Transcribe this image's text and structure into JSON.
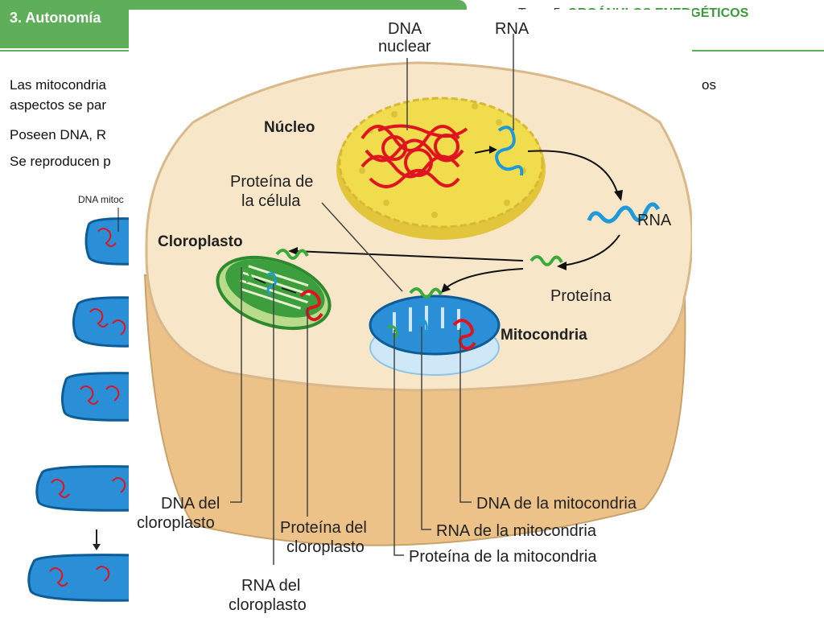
{
  "header": {
    "title": "3. Autonomía",
    "tema_prefix": "Tema 5.",
    "tema_title": "ORGÁNULOS ENERGÉTICOS"
  },
  "background_text": {
    "line1": "Las mitocondria",
    "line1_end": "os",
    "line2": "aspectos se par",
    "line3": "Poseen DNA, R",
    "line4": "Se reproducen p",
    "side_label": "DNA mitoc"
  },
  "diagram": {
    "labels": {
      "dna_nuclear_1": "DNA",
      "dna_nuclear_2": "nuclear",
      "rna_top": "RNA",
      "nucleo": "Núcleo",
      "proteina_celula_1": "Proteína de",
      "proteina_celula_2": "la célula",
      "rna_right": "RNA",
      "cloroplasto": "Cloroplasto",
      "proteina": "Proteína",
      "mitocondria": "Mitocondria",
      "dna_cloroplasto_1": "DNA del",
      "dna_cloroplasto_2": "cloroplasto",
      "proteina_cloroplasto_1": "Proteína del",
      "proteina_cloroplasto_2": "cloroplasto",
      "rna_cloroplasto_1": "RNA del",
      "rna_cloroplasto_2": "cloroplasto",
      "dna_mitocondria": "DNA de la mitocondria",
      "rna_mitocondria": "RNA de la mitocondria",
      "proteina_mitocondria": "Proteína de la mitocondria"
    }
  },
  "colors": {
    "header_green": "#5fae5a",
    "cell_top": "#f8e6c8",
    "cell_side": "#ecc288",
    "nucleus": "#f0dc4c",
    "dna_red": "#e0141e",
    "rna_blue": "#1e9ad8",
    "protein_green": "#3aaa3a",
    "chloroplast": "#3c9e3c",
    "mitochondria": "#2a8fd6"
  }
}
